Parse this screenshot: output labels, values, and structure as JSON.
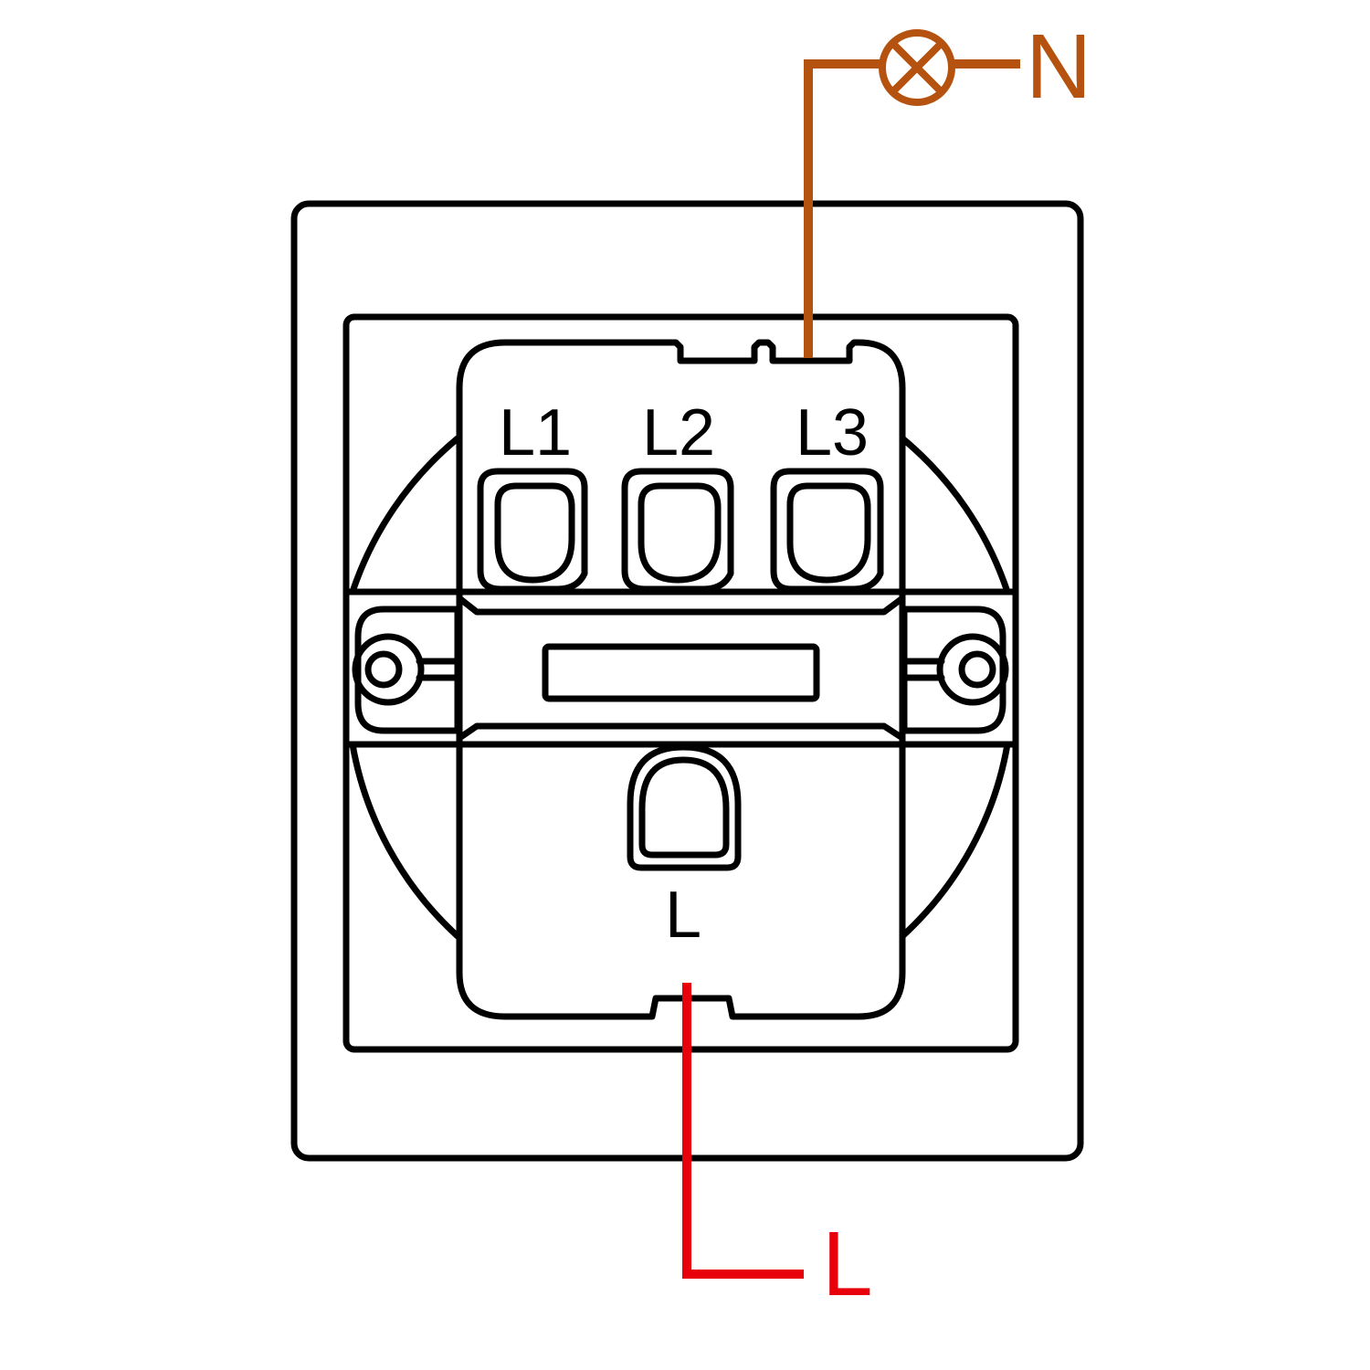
{
  "colors": {
    "neutral_wire": "#b5520f",
    "live_wire": "#e8000b",
    "outline": "#000000",
    "background": "#ffffff"
  },
  "terminals": {
    "l1": "L1",
    "l2": "L2",
    "l3": "L3",
    "common": "L"
  },
  "wires": {
    "neutral_label": "N",
    "live_label": "L"
  },
  "icons": {
    "lamp": "lamp-symbol-icon",
    "screw": "screw-icon"
  }
}
